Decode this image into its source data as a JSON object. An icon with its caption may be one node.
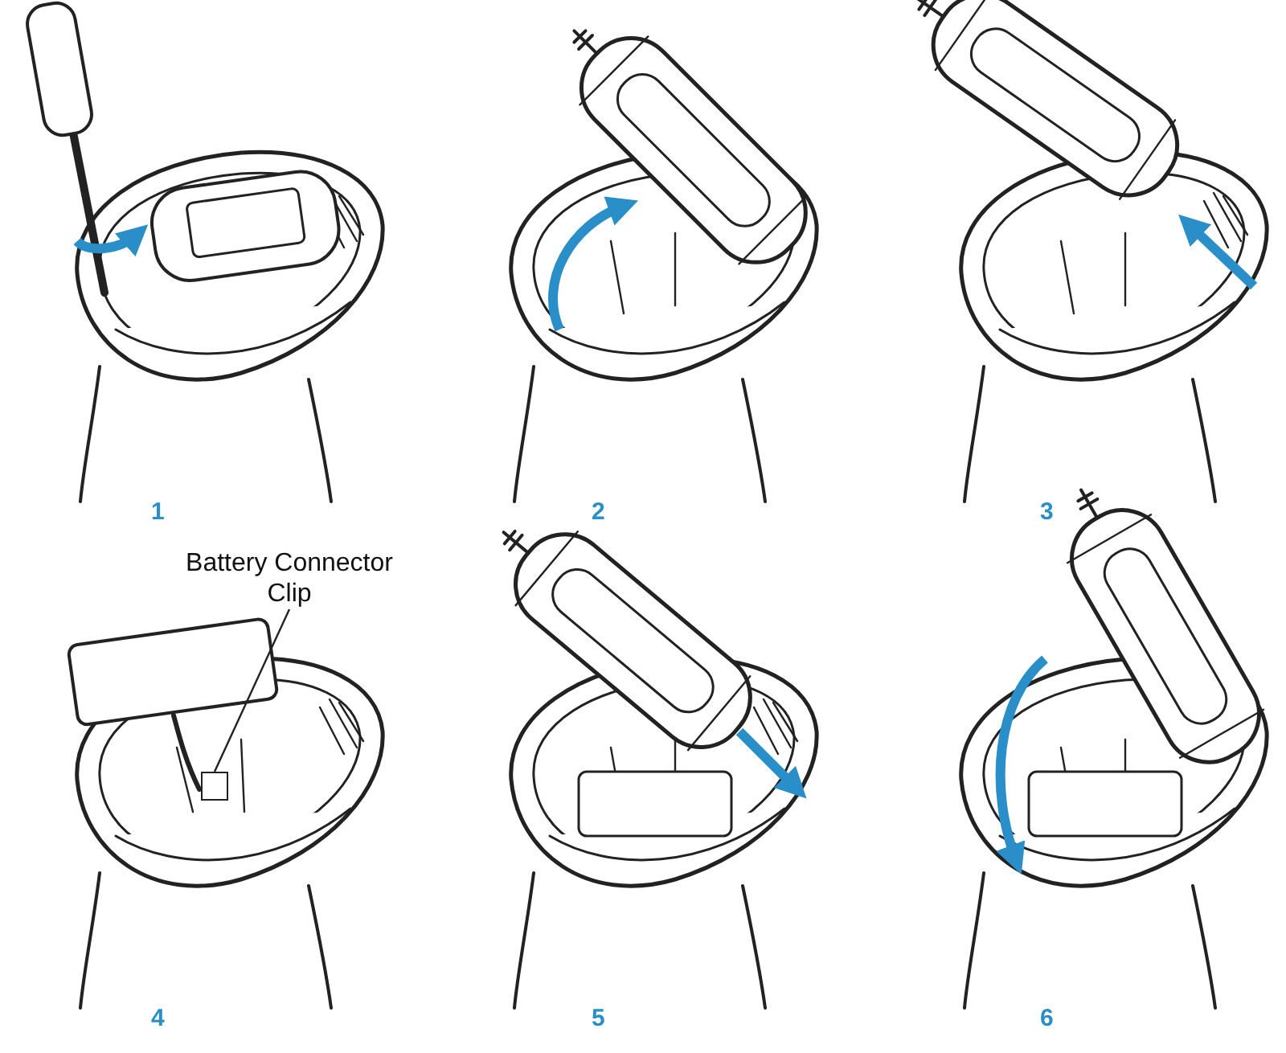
{
  "diagram": {
    "nodes": [
      {
        "text": [
          "Battery Connector Clip"
        ]
      },
      {
        "text": [],
        "shape": "box"
      }
    ],
    "edges": [
      {
        "from": 0,
        "to": 1,
        "arrow": "none"
      }
    ],
    "labels": [
      "1",
      "2",
      "3",
      "4",
      "5",
      "6"
    ]
  }
}
